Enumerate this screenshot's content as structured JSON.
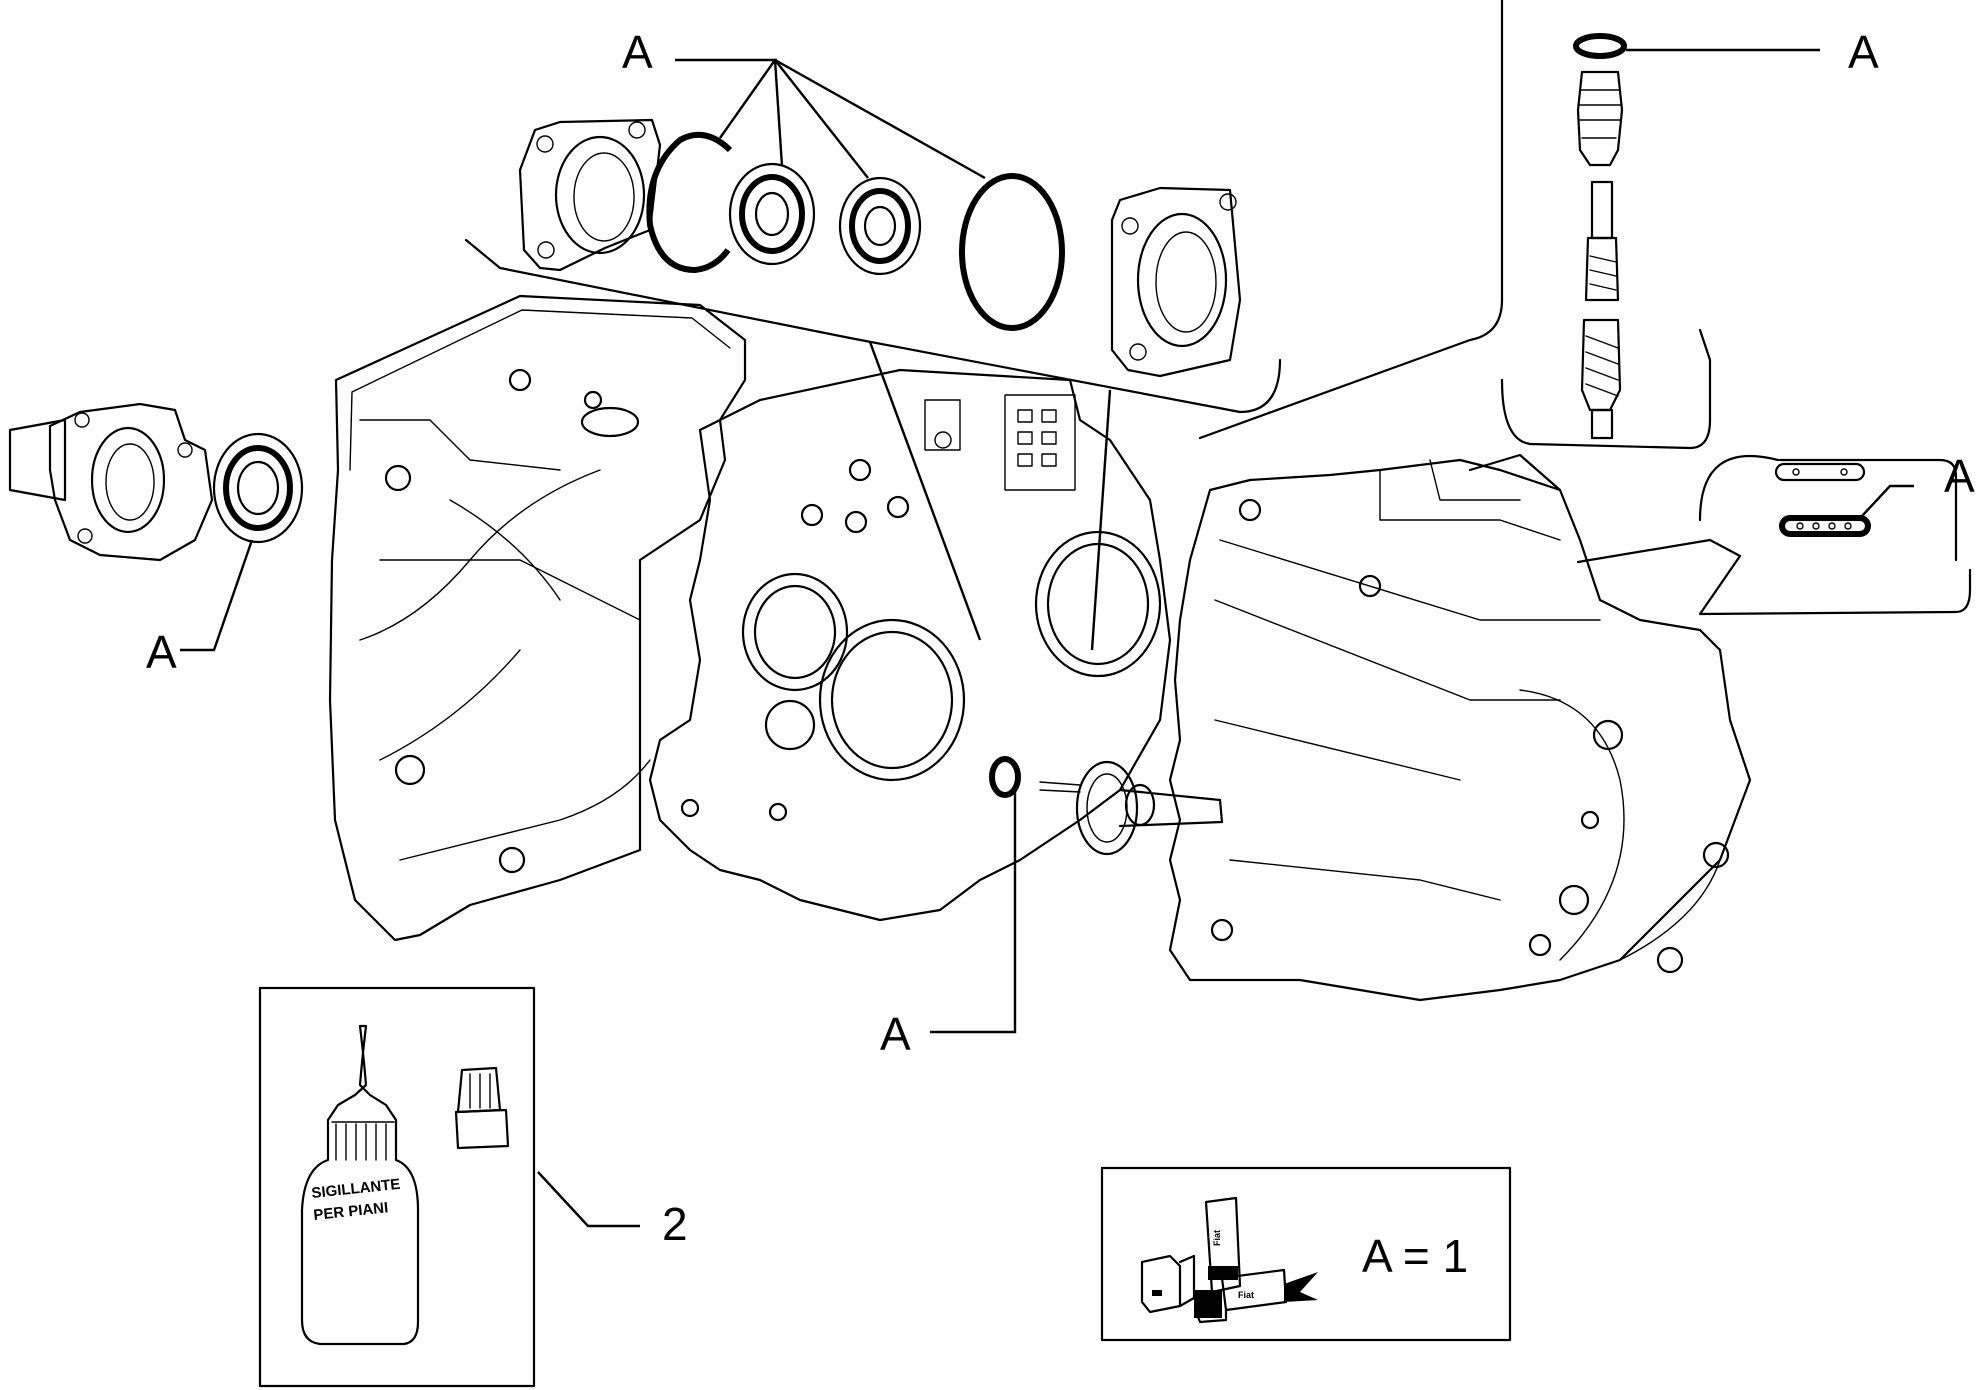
{
  "callouts": {
    "top_center": "A",
    "top_right": "A",
    "right_middle": "A",
    "left": "A",
    "bottom_center": "A",
    "sealant": "2"
  },
  "sealant_bottle": {
    "line1": "SIGILLANTE",
    "line2": "PER PIANI"
  },
  "legend": {
    "text": "A = 1",
    "brand": "Fiat"
  },
  "icons": [
    "gearbox-housing-drawing",
    "oil-seal-icon",
    "bearing-icon",
    "o-ring-icon",
    "flange-icon",
    "speedometer-drive-icon",
    "sealant-bottle-icon",
    "kit-icon"
  ]
}
